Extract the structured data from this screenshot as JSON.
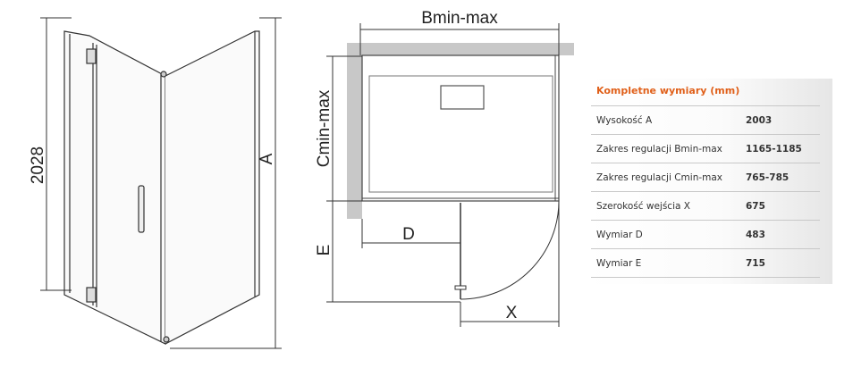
{
  "diagram": {
    "label_height_total": "2028",
    "label_A": "A",
    "label_B": "Bmin-max",
    "label_C": "Cmin-max",
    "label_D": "D",
    "label_E": "E",
    "label_X": "X"
  },
  "table": {
    "title": "Kompletne wymiary (mm)",
    "rows": [
      {
        "label": "Wysokość A",
        "value": "2003"
      },
      {
        "label": "Zakres regulacji Bmin-max",
        "value": "1165-1185"
      },
      {
        "label": "Zakres regulacji Cmin-max",
        "value": "765-785"
      },
      {
        "label": "Szerokość wejścia X",
        "value": "675"
      },
      {
        "label": "Wymiar D",
        "value": "483"
      },
      {
        "label": "Wymiar E",
        "value": "715"
      }
    ]
  }
}
